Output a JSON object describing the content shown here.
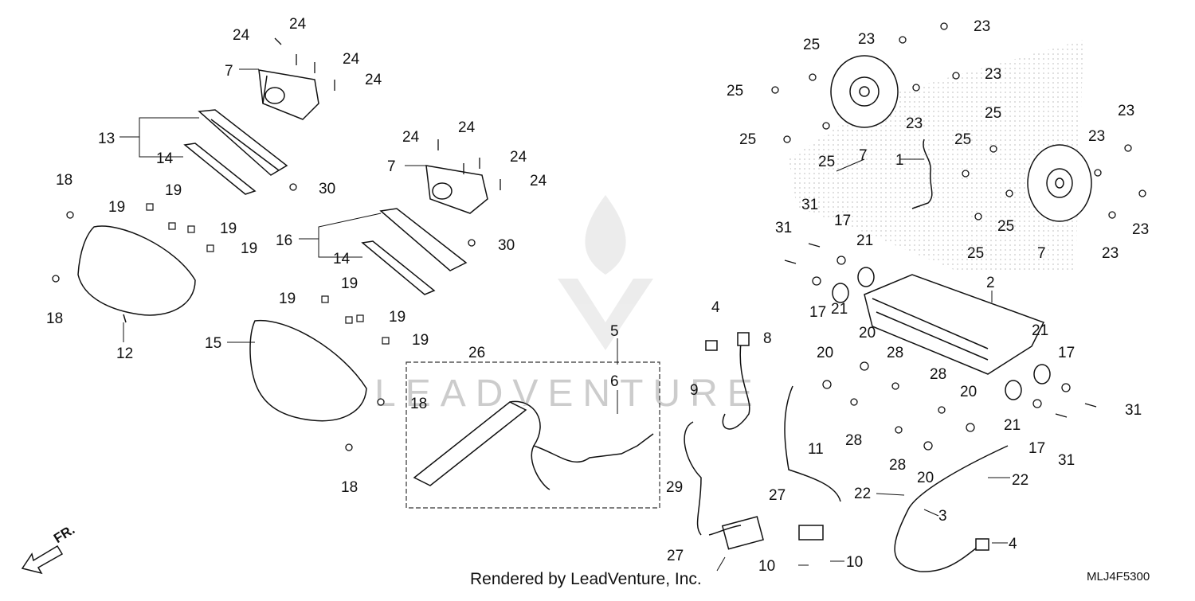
{
  "footer": {
    "credit": "Rendered by LeadVenture, Inc.",
    "diagram_code": "MLJ4F5300"
  },
  "watermark": {
    "text": "LEADVENTURE"
  },
  "direction_marker": {
    "label": "FR."
  },
  "callouts": [
    "24",
    "24",
    "24",
    "24",
    "7",
    "13",
    "14",
    "30",
    "18",
    "19",
    "19",
    "19",
    "19",
    "18",
    "12",
    "24",
    "24",
    "24",
    "24",
    "7",
    "16",
    "14",
    "30",
    "19",
    "19",
    "19",
    "19",
    "15",
    "18",
    "18",
    "26",
    "5",
    "6",
    "29",
    "4",
    "8",
    "9",
    "11",
    "27",
    "27",
    "10",
    "10",
    "25",
    "23",
    "23",
    "25",
    "23",
    "25",
    "23",
    "25",
    "25",
    "7",
    "1",
    "25",
    "25",
    "23",
    "23",
    "7",
    "25",
    "23",
    "23",
    "31",
    "31",
    "17",
    "21",
    "17",
    "21",
    "2",
    "20",
    "20",
    "28",
    "28",
    "28",
    "28",
    "20",
    "20",
    "21",
    "21",
    "17",
    "17",
    "31",
    "31",
    "22",
    "22",
    "3",
    "4"
  ]
}
